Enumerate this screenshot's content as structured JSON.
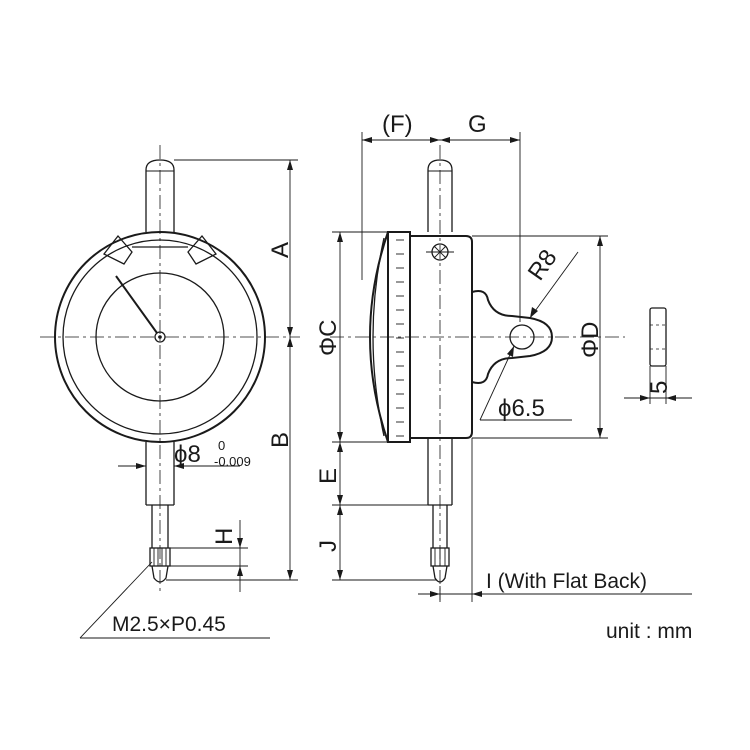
{
  "labels": {
    "A": "A",
    "B": "B",
    "phi_C": "ΦC",
    "phi_D": "ΦD",
    "E": "E",
    "F": "(F)",
    "G": "G",
    "H": "H",
    "J": "J",
    "R8": "R8",
    "phi_6_5": "ϕ6.5",
    "five": "5",
    "stem_phi": "ϕ8",
    "stem_tol_upper": "0",
    "stem_tol_lower": "-0.009",
    "thread": "M2.5×P0.45",
    "I_flat_back": "I (With Flat Back)",
    "unit": "unit : mm"
  }
}
